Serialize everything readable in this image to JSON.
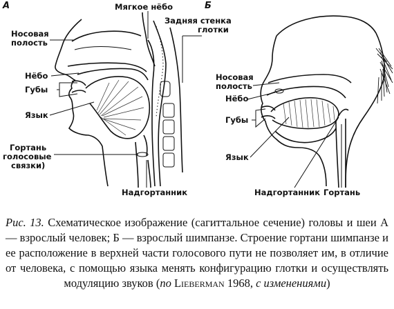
{
  "figure": {
    "panel_a": {
      "letter": "А",
      "labels": {
        "soft_palate": "Мягкое нёбо",
        "posterior_wall_1": "Задняя стенка",
        "posterior_wall_2": "глотки",
        "nasal_cavity_1": "Носовая",
        "nasal_cavity_2": "полость",
        "palate": "Нёбо",
        "lips": "Губы",
        "tongue": "Язык",
        "larynx_1": "Гортань",
        "larynx_2": "голосовые",
        "larynx_3": "связки)",
        "epiglottis": "Надгортанник"
      }
    },
    "panel_b": {
      "letter": "Б",
      "labels": {
        "nasal_cavity_1": "Носовая",
        "nasal_cavity_2": "полость",
        "palate": "Нёбо",
        "lips": "Губы",
        "tongue": "Язык",
        "epiglottis": "Надгортанник",
        "larynx": "Гортань"
      }
    }
  },
  "caption": {
    "fig_number": "Рис. 13.",
    "body": "Схематическое изображение (сагиттальное сечение) головы и шеи А — взрослый человек; Б — взрослый шимпанзе. Строение гортани шимпанзе и ее расположение в верхней части голосового пути не позволяет им, в отличие от человека, с помощью языка менять конфигурацию глотки и осуществлять модуляцию звуков",
    "source_open": "(",
    "source_prefix": "по",
    "source_author": "Lieberman",
    "source_year": " 1968, ",
    "source_suffix": "с изменениями",
    "source_close": ")"
  }
}
